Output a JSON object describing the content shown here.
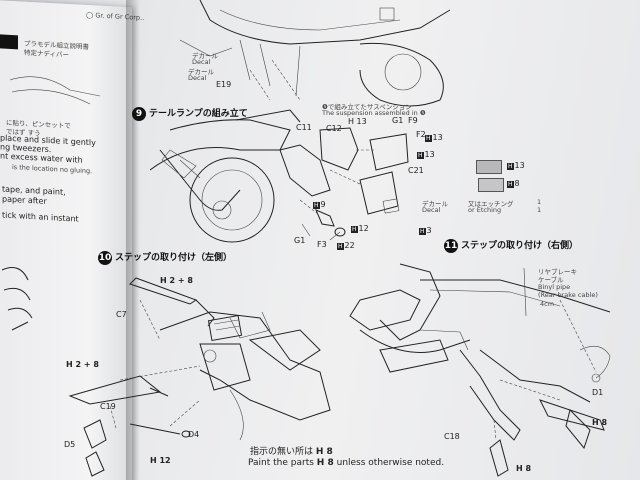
{
  "left_page": {
    "notice_line1": "◯ Gr. of Gr Corp..",
    "notice_line2": "プラモデル組立説明書",
    "notice_line3": "特定ナディバー",
    "line1": "に貼り、ピンセットで",
    "line2": "ではず すう",
    "line3": "place and slide it gently",
    "line4": "ng tweezers.",
    "line5": "nt excess water with",
    "note": "is the location no gluing.",
    "line6": "tape, and paint,",
    "line7": "paper after",
    "line8": "tick with an instant"
  },
  "top": {
    "decal_jp": "デカール",
    "decal_en": "Decal",
    "decal_jp2": "デカール",
    "decal_en2": "Decal",
    "part_e19": "E19",
    "part_g1": "G1",
    "part_f9": "F9",
    "part_f2": "F2",
    "suspension_jp": "❺で組み立てたサスペンション",
    "suspension_en": "The suspension assembled in ❺",
    "ref_top": "H 13"
  },
  "step9": {
    "number": "9",
    "title": "テールランプの組み立て",
    "c11": "C11",
    "c12": "C12",
    "c21": "C21",
    "g1": "G1",
    "g1b": "G1",
    "f3": "F3",
    "f2": "F2",
    "f9": "F9",
    "ref1": "13",
    "ref2": "9",
    "ref3": "12",
    "ref4": "22",
    "ref5": "3",
    "ref6": "13",
    "decal_jp": "デカール",
    "decal_en": "Decal",
    "etching_jp": "又はエッチング",
    "etching_en": "or Etching",
    "circle1": "1",
    "circle2": "1",
    "swatch_ref1": "H",
    "swatch_ref2": "8"
  },
  "step10": {
    "number": "10",
    "title": "ステップの取り付け（左側）",
    "ref_top": "H 2 + 8",
    "c7": "C7",
    "ref_left": "H 2 + 8",
    "c19": "C19",
    "d5": "D5",
    "d4": "D4",
    "ref_bottom": "H 12",
    "paint_jp": "指示の無い所は",
    "paint_jp_ref": "H 8",
    "paint_en_a": "Paint the parts",
    "paint_en_ref": "H 8",
    "paint_en_b": "unless otherwise noted."
  },
  "step11": {
    "number": "11",
    "title": "ステップの取り付け（右側）",
    "brake_jp1": "リヤブレーキ",
    "brake_jp2": "ケーブル",
    "brake_en1": "Binyl pipe",
    "brake_en2": "(Rear brake cable)",
    "length": "4cm",
    "d1": "D1",
    "c18": "C18",
    "ref_right": "H 8",
    "ref_bottom": "H 8"
  },
  "colors": {
    "paper": "#f0f0f1",
    "ink": "#222222",
    "swatch1": "#b8b8ba",
    "swatch2": "#c6c6c8"
  }
}
